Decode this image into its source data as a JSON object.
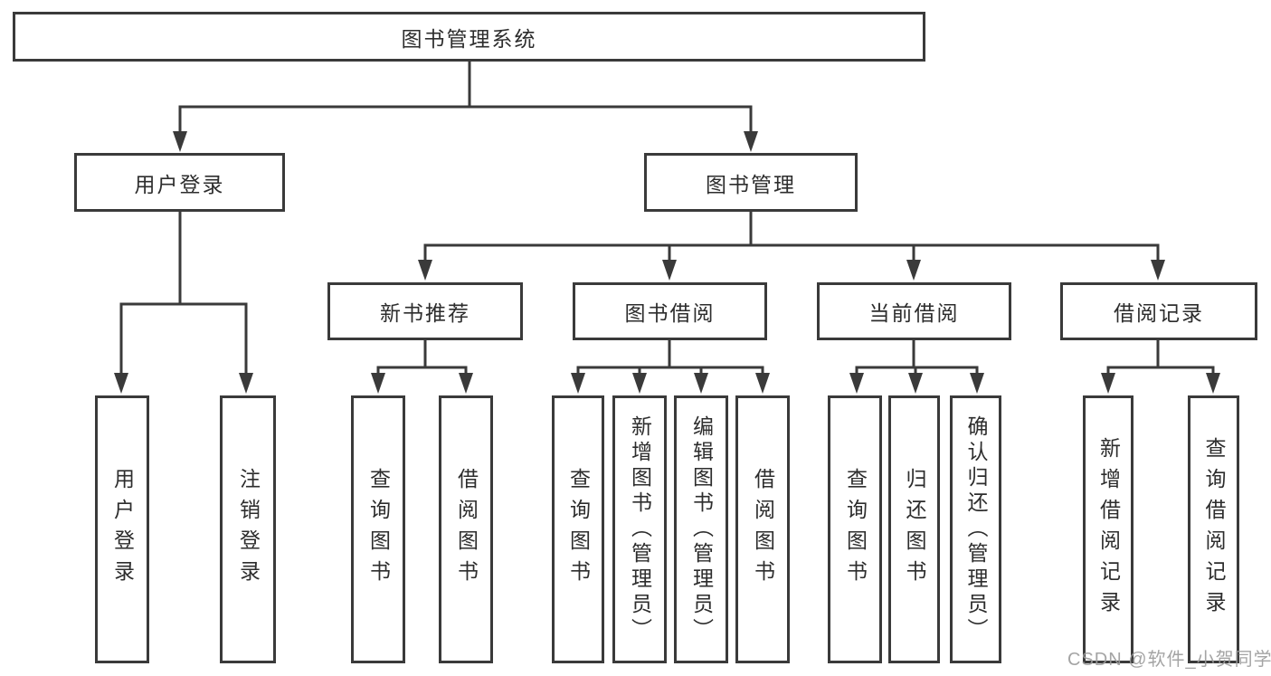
{
  "diagram": {
    "root": {
      "label": "图书管理系统"
    },
    "branches": [
      {
        "label": "用户登录",
        "children": [
          {
            "label": "用户登录"
          },
          {
            "label": "注销登录"
          }
        ]
      },
      {
        "label": "图书管理",
        "children": [
          {
            "label": "新书推荐",
            "children": [
              {
                "label": "查询图书"
              },
              {
                "label": "借阅图书"
              }
            ]
          },
          {
            "label": "图书借阅",
            "children": [
              {
                "label": "查询图书"
              },
              {
                "label": "新增图书（管理员）"
              },
              {
                "label": "编辑图书（管理员）"
              },
              {
                "label": "借阅图书"
              }
            ]
          },
          {
            "label": "当前借阅",
            "children": [
              {
                "label": "查询图书"
              },
              {
                "label": "归还图书"
              },
              {
                "label": "确认归还（管理员）"
              }
            ]
          },
          {
            "label": "借阅记录",
            "children": [
              {
                "label": "新增借阅记录"
              },
              {
                "label": "查询借阅记录"
              }
            ]
          }
        ]
      }
    ]
  },
  "watermark": {
    "text": "CSDN @软件_小贺同学"
  },
  "colors": {
    "line": "#3a3a3a",
    "text": "#2d2d2d",
    "box_background": "#ffffff",
    "watermark": "#9a9a9a"
  }
}
